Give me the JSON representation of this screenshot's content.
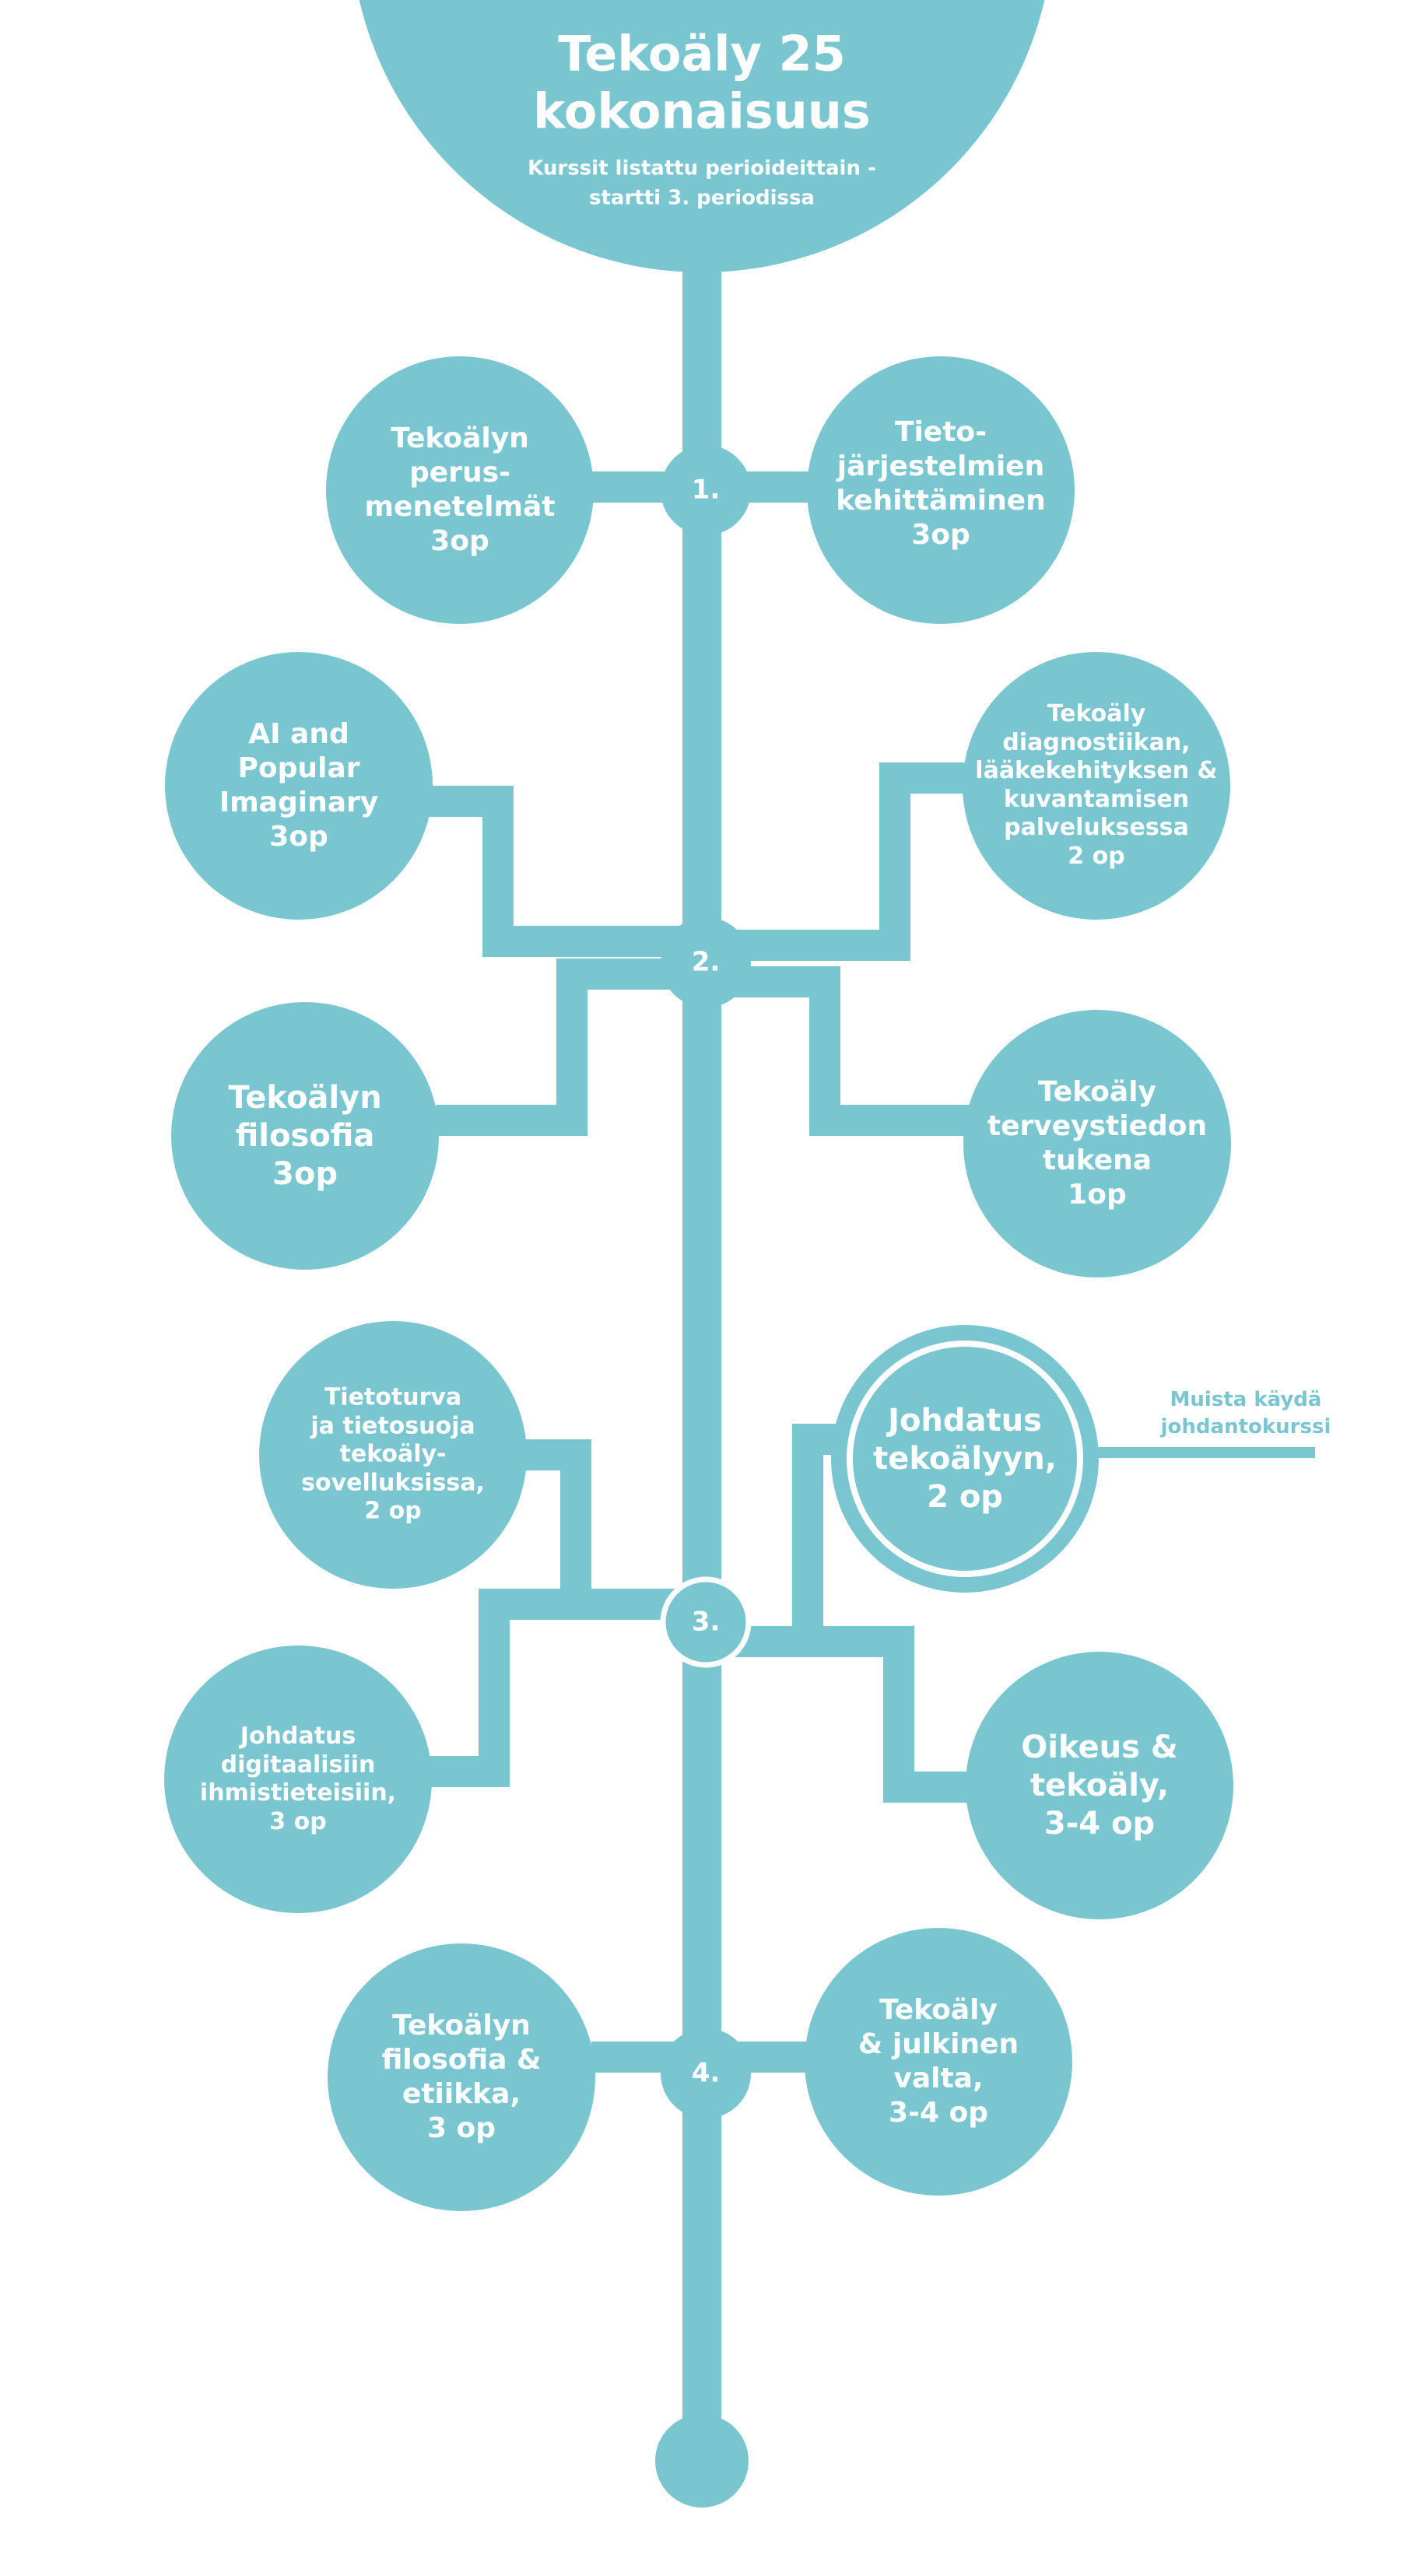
{
  "colors": {
    "main": "#7ac6d0",
    "background": "#ffffff",
    "text": "#ffffff",
    "note": "#7ac6d0"
  },
  "header": {
    "title": "Tekoäly 25\nkokonaisuus",
    "subtitle": "Kurssit listattu perioideittain -\nstartti 3. periodissa"
  },
  "periods": [
    "1.",
    "2.",
    "3.",
    "4."
  ],
  "courses": {
    "p1_left": "Tekoälyn\nperus-\nmenetelmät\n3op",
    "p1_right": "Tieto-\njärjestelmien\nkehittäminen\n3op",
    "p2_left_top": "AI and\nPopular\nImaginary\n3op",
    "p2_left_bottom": "Tekoälyn\nfilosofia\n3op",
    "p2_right_top": "Tekoäly\ndiagnostiikan,\nlääkekehityksen &\nkuvantamisen\npalveluksessa\n2 op",
    "p2_right_bottom": "Tekoäly\nterveystiedon\ntukena\n1op",
    "p3_left_top": "Tietoturva\nja tietosuoja\ntekoäly-\nsovelluksissa,\n2 op",
    "p3_left_bottom": "Johdatus\ndigitaalisiin\nihmistieteisiin,\n3 op",
    "p3_right_top": "Johdatus\ntekoälyyn,\n2 op",
    "p3_right_bottom": "Oikeus &\ntekoäly,\n3-4 op",
    "p4_left": "Tekoälyn\nfilosofia &\netiikka,\n3 op",
    "p4_right": "Tekoäly\n& julkinen\nvalta,\n3-4 op"
  },
  "note": "Muista käydä\njohdantokurssi"
}
